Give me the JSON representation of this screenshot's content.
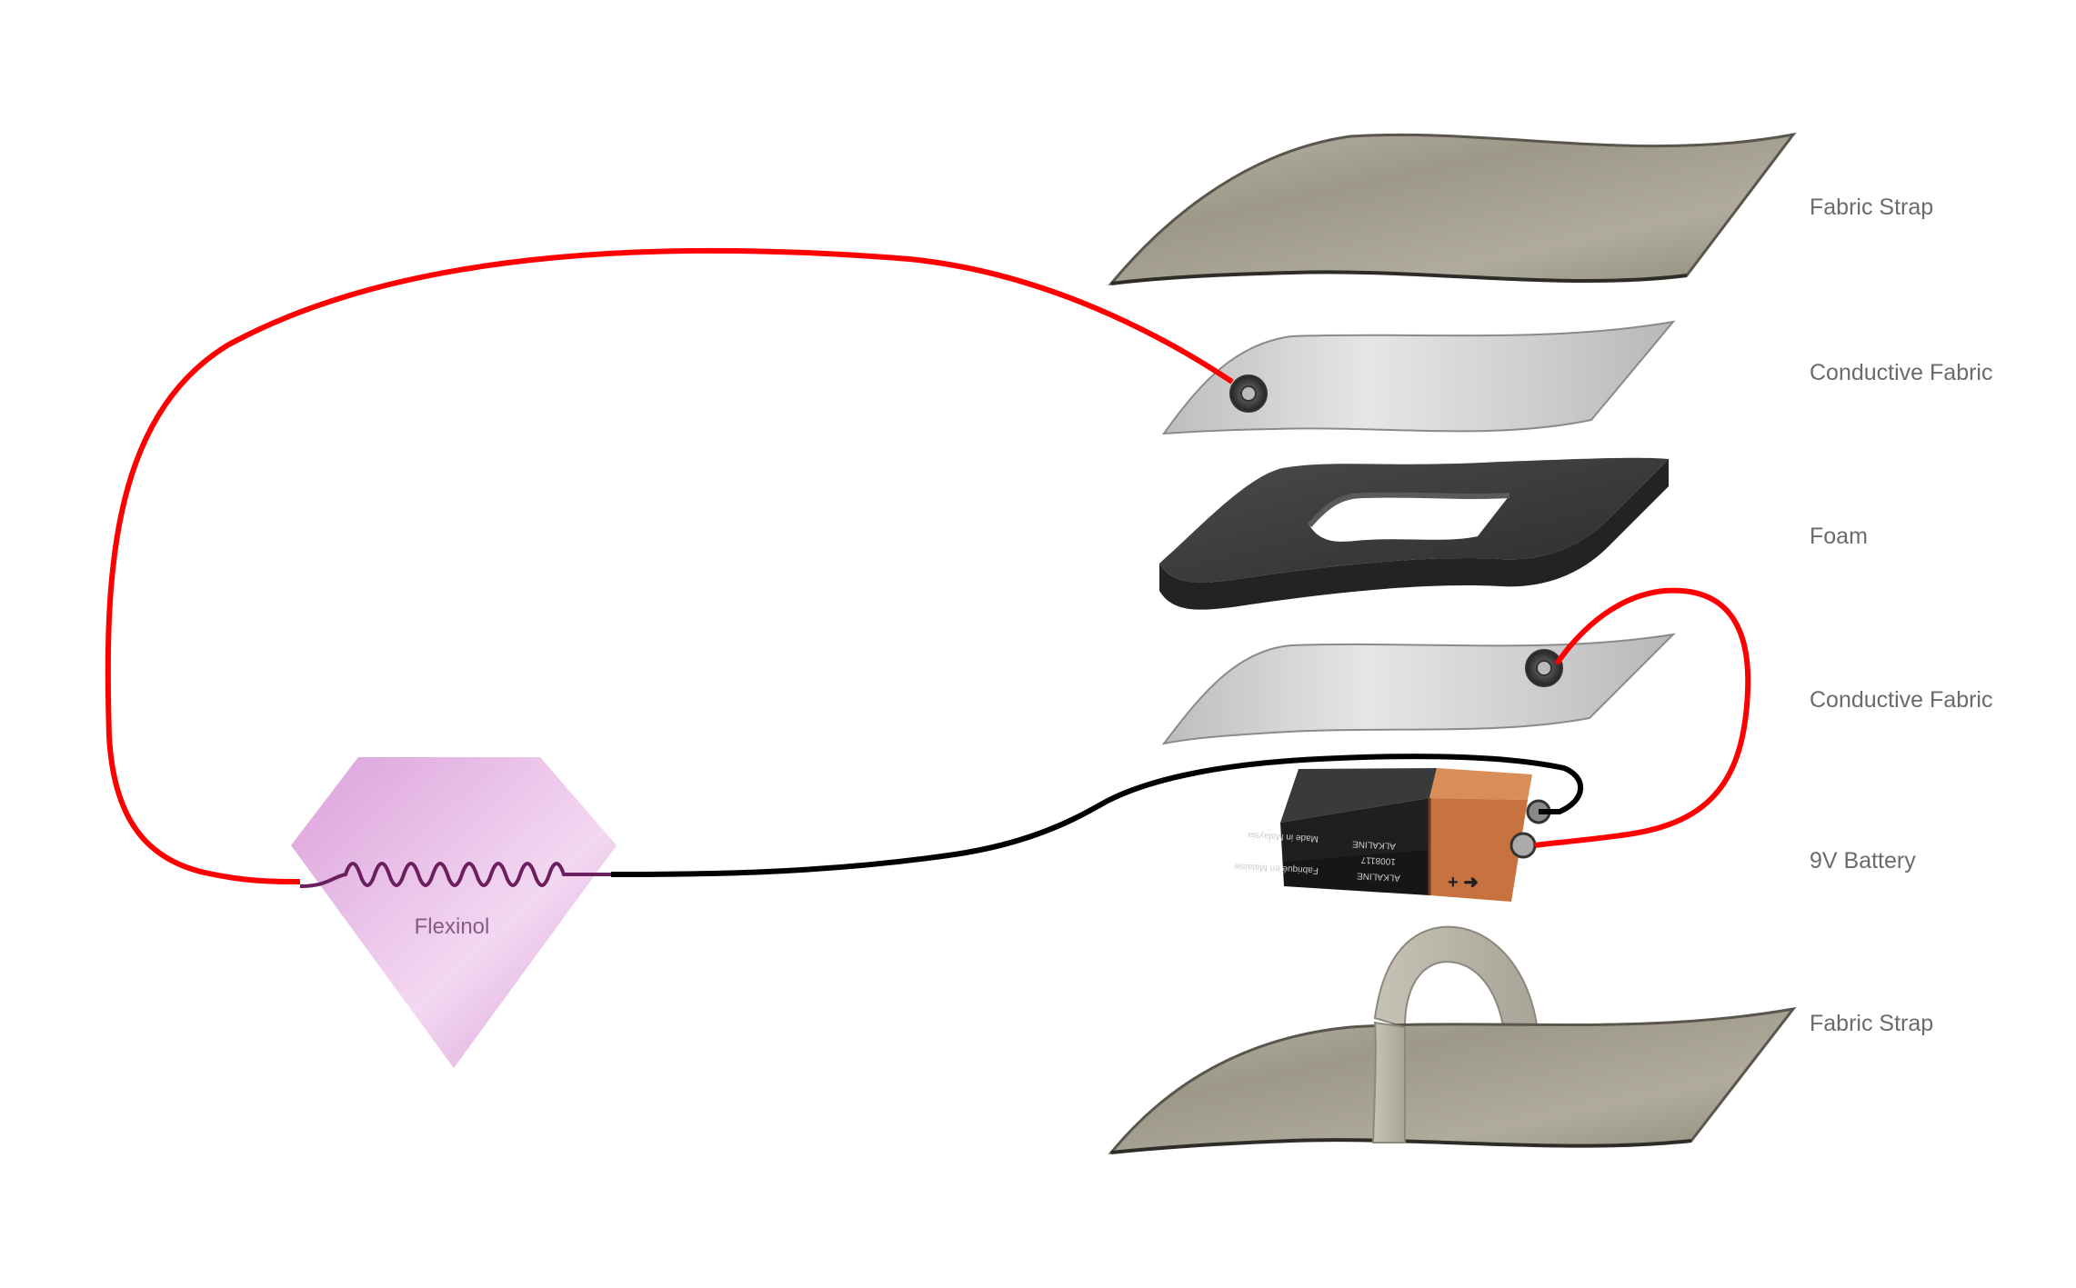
{
  "layers": [
    {
      "label": "Fabric Strap"
    },
    {
      "label": "Conductive Fabric"
    },
    {
      "label": "Foam"
    },
    {
      "label": "Conductive Fabric"
    },
    {
      "label": "9V Battery"
    },
    {
      "label": "Fabric Strap"
    }
  ],
  "actuator": {
    "label": "Flexinol"
  },
  "battery": {
    "text_line1": "ALKALINE",
    "text_line2": "1008117",
    "text_line3": "ALKALINE",
    "text_made": "Made in Malaysia",
    "text_made2": "Fabriqué en Malaisie",
    "terminal_symbol": "+ ➜"
  },
  "colors": {
    "positive_wire": "#ff0000",
    "negative_wire": "#000000",
    "flexinol_fill": "#e2a8e0",
    "flexinol_coil": "#6b1f5e",
    "foam": "#3c3c3e",
    "fabric": "#a39e90",
    "conductive": "#cfcfcf",
    "battery_copper": "#c8723f",
    "battery_black": "#1f1f1f",
    "label_text": "#6b6b6b"
  }
}
